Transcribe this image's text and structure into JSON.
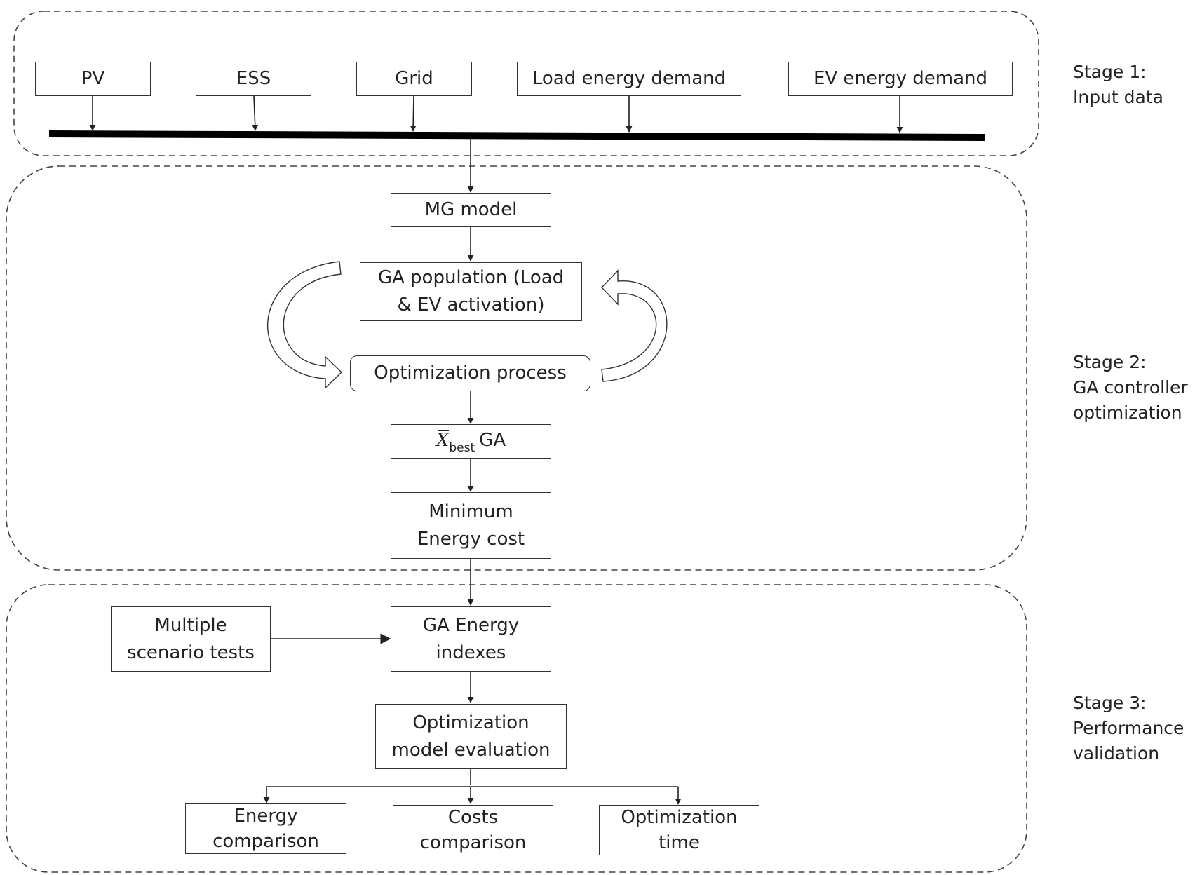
{
  "stages": [
    {
      "label": "Stage 1:\nInput data"
    },
    {
      "label": "Stage 2:\nGA  controller\noptimization"
    },
    {
      "label": "Stage 3:\nPerformance\nvalidation"
    }
  ],
  "inputs": [
    "PV",
    "ESS",
    "Grid",
    "Load energy demand",
    "EV energy demand"
  ],
  "stage2": {
    "mg_model": "MG model",
    "ga_population": "GA population (Load\n& EV activation)",
    "optimization_process": "Optimization process",
    "xbest_symbol": "X",
    "xbest_sub": "best",
    "xbest_suffix": "GA",
    "min_cost": "Minimum\nEnergy cost"
  },
  "stage3": {
    "multiple_scenarios": "Multiple\nscenario tests",
    "ga_energy_indexes": "GA Energy\nindexes",
    "model_evaluation": "Optimization\nmodel evaluation",
    "outputs": [
      "Energy\ncomparison",
      "Costs\ncomparison",
      "Optimization\ntime"
    ]
  }
}
